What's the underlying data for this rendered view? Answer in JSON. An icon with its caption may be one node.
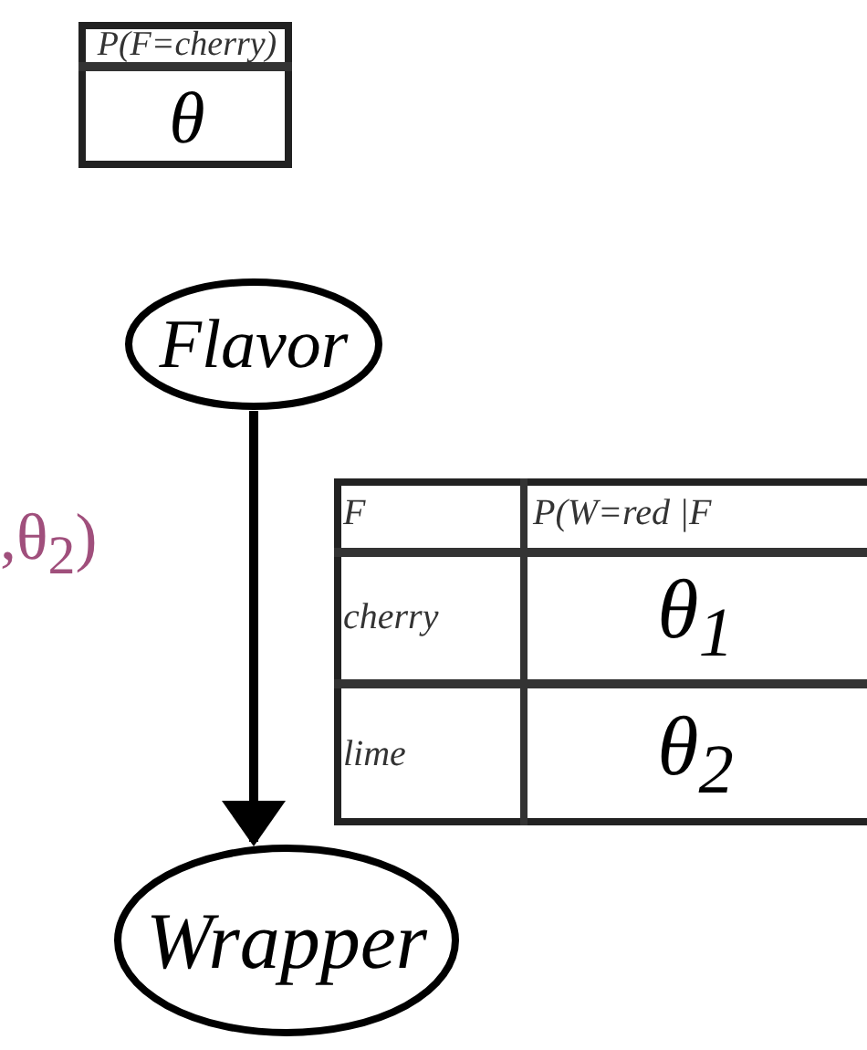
{
  "diagram": {
    "nodes": [
      {
        "text": [
          "Flavor"
        ]
      },
      {
        "text": [
          "Wrapper"
        ]
      }
    ],
    "edges": [
      {
        "from": 0,
        "to": 1,
        "arrow": "to"
      }
    ],
    "labels": [
      "P(F=cherry)",
      "θ",
      "F",
      "P(W=red |F",
      ",θ$_{2}$)",
      "cherry",
      "θ$_{1}$",
      "lime",
      "θ$_{2}$"
    ]
  }
}
